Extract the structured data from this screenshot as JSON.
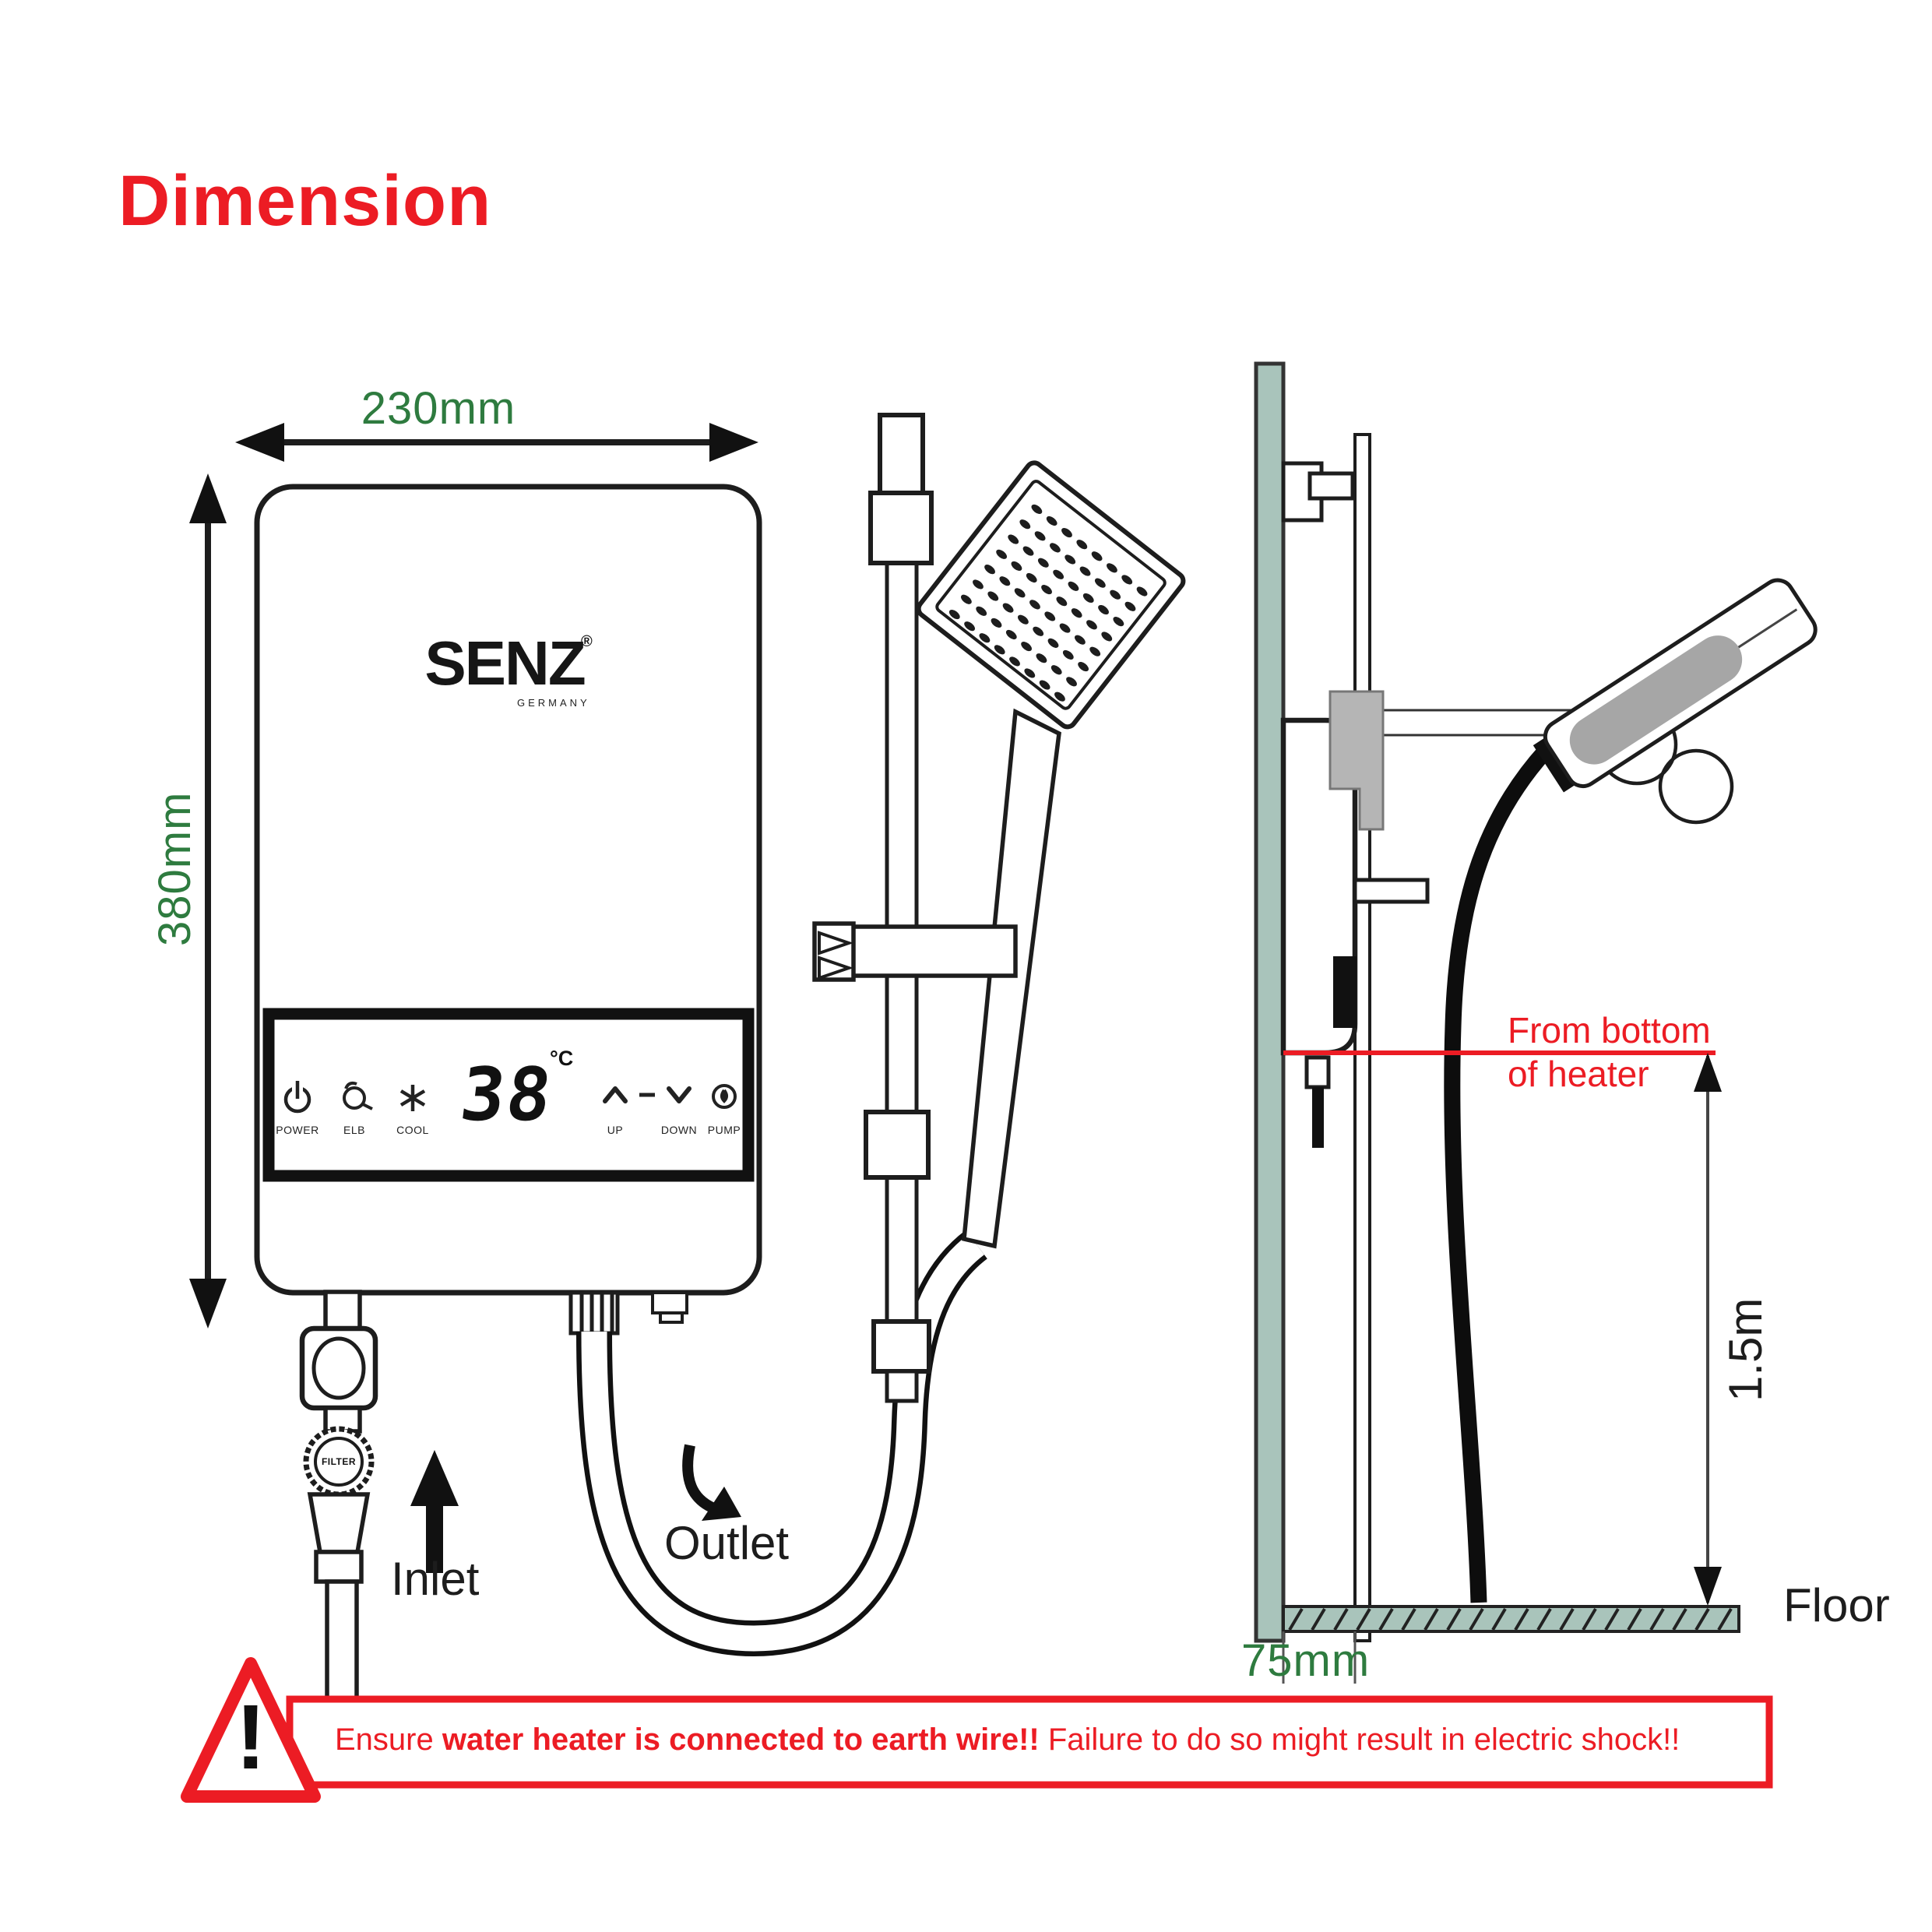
{
  "title": "Dimension",
  "front": {
    "width_label": "230mm",
    "height_label": "380mm",
    "brand": "SENZ",
    "brand_reg": "®",
    "brand_country": "GERMANY",
    "display_value": "38",
    "display_unit": "°C",
    "labels": {
      "power": "POWER",
      "elb": "ELB",
      "cool": "COOL",
      "up": "UP",
      "down": "DOWN",
      "pump": "PUMP"
    },
    "filter_label": "FILTER",
    "inlet_label": "Inlet",
    "outlet_label": "Outlet"
  },
  "side": {
    "note_line1": "From bottom",
    "note_line2": "of heater",
    "height_label": "1.5m",
    "offset_label": "75mm",
    "floor_label": "Floor"
  },
  "warning": {
    "icon": "!",
    "prefix": "Ensure ",
    "bold": "water heater is connected to earth wire!!",
    "suffix": " Failure to do so might result in electric shock!!"
  },
  "colors": {
    "accent_red": "#EC1C24",
    "dimension_green": "#2E7B3F",
    "wall_teal": "#A9C4BB",
    "bracket_grey": "#B5B5B5",
    "line_ink": "#1D1D1D"
  },
  "icons": {
    "power-icon": "⏻",
    "shower-safety-icon": "elb-hand-shower",
    "snowflake-icon": "✻",
    "up-icon": "∧",
    "minus-icon": "−",
    "down-icon": "∨",
    "pump-icon": "◉",
    "warning-triangle-icon": "!",
    "width-arrow-icon": "↔",
    "height-arrow-icon": "↕"
  }
}
